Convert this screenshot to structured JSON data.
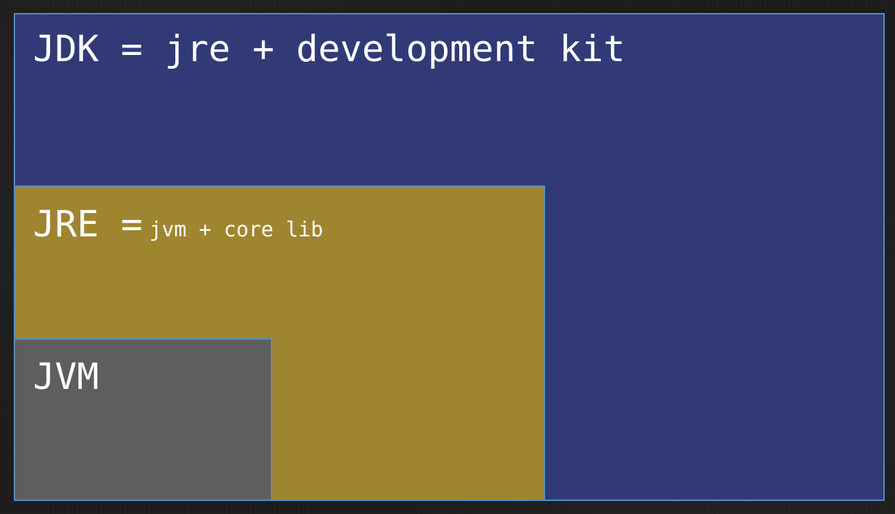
{
  "diagram": {
    "jdk": {
      "label": "JDK = jre + development kit",
      "color": "#313a77"
    },
    "jre": {
      "label_main": "JRE =",
      "label_detail": "jvm + core lib",
      "color": "#9f852f"
    },
    "jvm": {
      "label": "JVM",
      "color": "#5e5e5e"
    },
    "border_color": "#5a8fbf"
  }
}
